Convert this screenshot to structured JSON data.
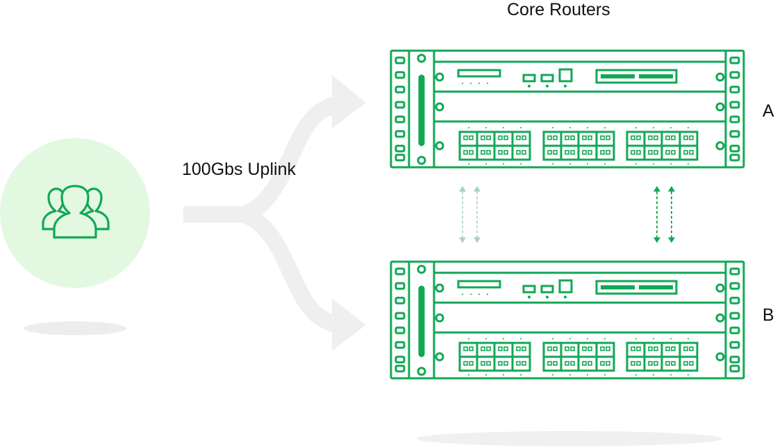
{
  "title": "Core Routers",
  "uplink_label": "100Gbs Uplink",
  "routers": [
    {
      "label": "A"
    },
    {
      "label": "B"
    }
  ],
  "colors": {
    "accent": "#11a855",
    "user_bg": "#e3f8e1",
    "flow_arrow": "#efefef",
    "shadow": "#ededed",
    "faded_link": "#a8d4b8"
  },
  "icons": {
    "users": "users-group-icon"
  }
}
